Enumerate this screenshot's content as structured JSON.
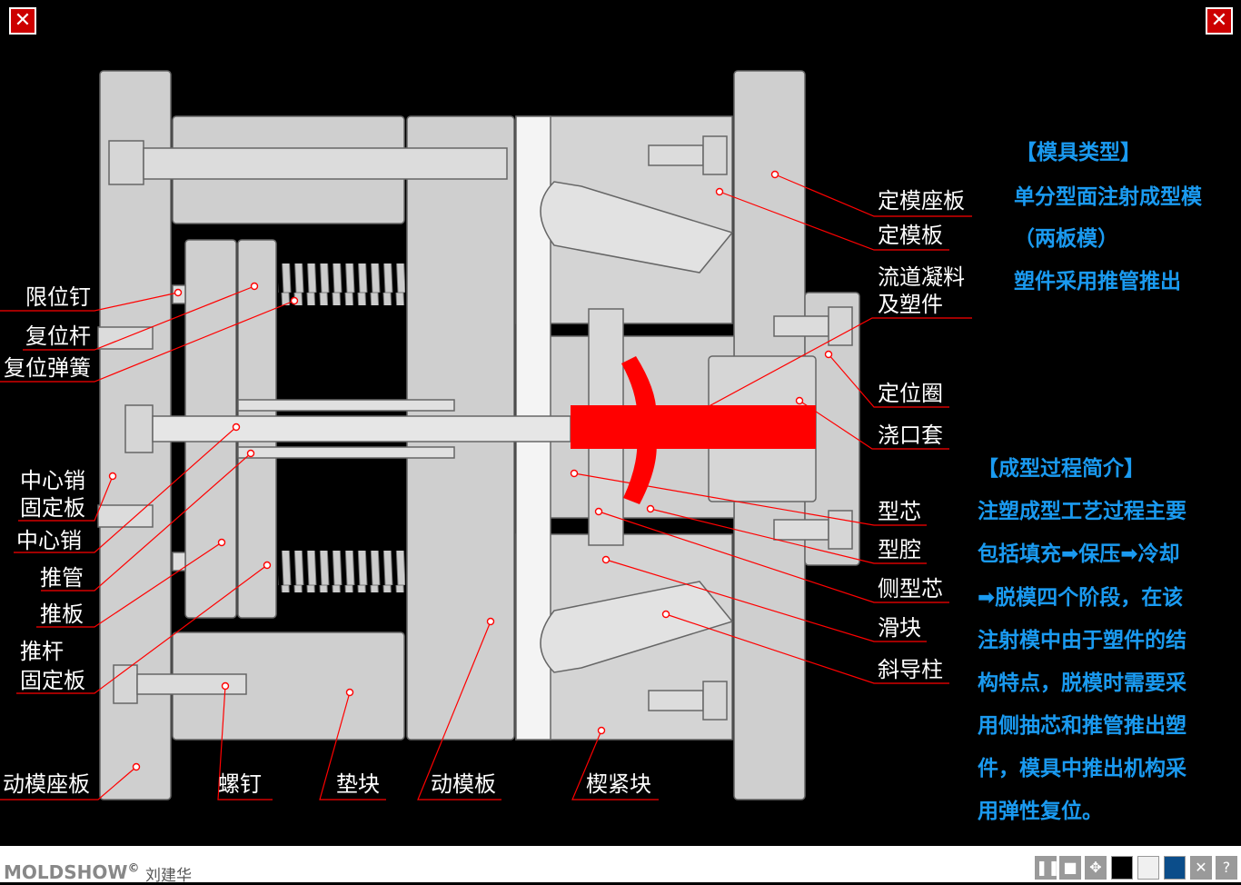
{
  "labels_right": {
    "fixed_clamp_plate": "定模座板",
    "fixed_plate": "定模板",
    "runner_part_1": "流道凝料",
    "runner_part_2": "及塑件",
    "locating_ring": "定位圈",
    "sprue_bushing": "浇口套",
    "core": "型芯",
    "cavity": "型腔",
    "side_core": "侧型芯",
    "slider": "滑块",
    "angle_pin": "斜导柱"
  },
  "labels_left": {
    "stop_pin": "限位钉",
    "return_pin": "复位杆",
    "return_spring": "复位弹簧",
    "center_pin_plate_1": "中心销",
    "center_pin_plate_2": "固定板",
    "center_pin": "中心销",
    "ejector_sleeve": "推管",
    "ejector_plate": "推板",
    "ejector_retainer_1": "推杆",
    "ejector_retainer_2": "固定板"
  },
  "labels_bottom": {
    "moving_clamp_plate": "动模座板",
    "screw": "螺钉",
    "spacer_block": "垫块",
    "moving_plate": "动模板",
    "wedge_block": "楔紧块"
  },
  "info": {
    "type_heading": "【模具类型】",
    "type_lines": [
      "单分型面注射成型模",
      "（两板模）",
      "塑件采用推管推出"
    ],
    "process_heading": "【成型过程简介】",
    "process_lines": [
      "注塑成型工艺过程主要",
      "包括填充➡保压➡冷却",
      "➡脱模四个阶段，在该",
      "注射模中由于塑件的结",
      "构特点，脱模时需要采",
      "用侧抽芯和推管推出塑",
      "件，模具中推出机构采",
      "用弹性复位。"
    ]
  },
  "footer": {
    "brand": "MOLDSHOW",
    "copyright": "©",
    "author": "刘建华"
  },
  "colors": {
    "plastic": "#ff0000",
    "steel": "#c8c8c8",
    "text_info": "#1a9af0",
    "leader": "#ff0000"
  }
}
